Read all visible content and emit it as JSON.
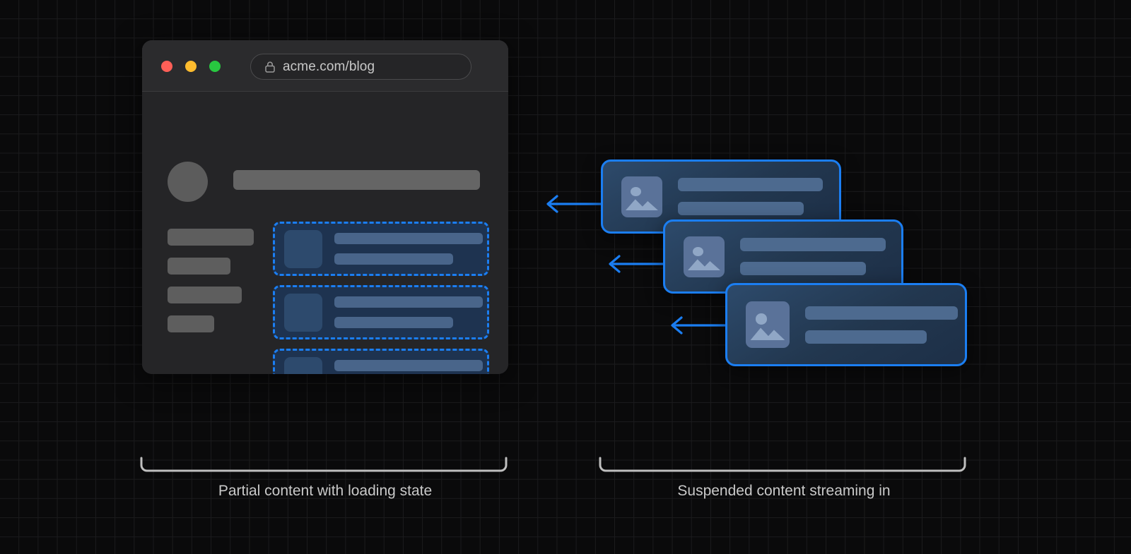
{
  "browser": {
    "traffic_lights": [
      {
        "name": "close",
        "color": "#ff5f57"
      },
      {
        "name": "minimize",
        "color": "#febc2e"
      },
      {
        "name": "maximize",
        "color": "#28c840"
      }
    ],
    "url": "acme.com/blog",
    "lock_icon": "lock-icon",
    "viewport": {
      "avatar": "avatar-placeholder",
      "header_bar": "header-placeholder",
      "sidebar_bars": [
        {
          "width": 122
        },
        {
          "width": 89
        },
        {
          "width": 105
        },
        {
          "width": 66
        }
      ],
      "skeleton_rows": [
        {
          "thumb": "thumb-placeholder",
          "lines": [
            210,
            168
          ]
        },
        {
          "thumb": "thumb-placeholder",
          "lines": [
            210,
            168
          ]
        },
        {
          "thumb": "thumb-placeholder",
          "lines": [
            210,
            168
          ]
        }
      ]
    }
  },
  "suspended_cards": [
    {
      "image_icon": "image-placeholder-icon",
      "lines": [
        205,
        178
      ]
    },
    {
      "image_icon": "image-placeholder-icon",
      "lines": [
        206,
        178
      ]
    },
    {
      "image_icon": "image-placeholder-icon",
      "lines": [
        216,
        172
      ]
    }
  ],
  "arrows": [
    {
      "name": "stream-arrow-1",
      "direction": "left"
    },
    {
      "name": "stream-arrow-2",
      "direction": "left"
    },
    {
      "name": "stream-arrow-3",
      "direction": "left"
    }
  ],
  "captions": {
    "left": "Partial content with loading state",
    "right": "Suspended content streaming in"
  },
  "colors": {
    "background": "#0a0a0b",
    "grid_line": "#1b1b1d",
    "accent_blue": "#1b7ef2",
    "card_fill": "#22374f",
    "skeleton_fill": "#1e3350",
    "placeholder_gray": "#5e5e5e",
    "caption_text": "#c9c9c9",
    "bracket": "#bfbfbf"
  }
}
